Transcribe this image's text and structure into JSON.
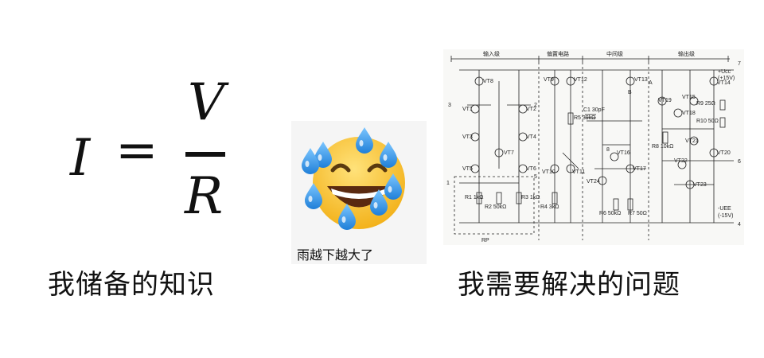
{
  "formula": {
    "i": "I",
    "eq": "=",
    "v": "V",
    "r": "R"
  },
  "captions": {
    "left": "我储备的知识",
    "right": "我需要解决的问题",
    "emoji": "雨越下越大了"
  },
  "emoji": {
    "icon": "sweating-grin-face-icon",
    "face_color": "#f6c234",
    "drop_color": "#2f8fe0"
  },
  "circuit": {
    "sections": [
      "输入级",
      "偏置电路",
      "中间级",
      "输出级"
    ],
    "transistors": [
      "VT1",
      "VT2",
      "VT3",
      "VT4",
      "VT5",
      "VT6",
      "VT7",
      "VT8",
      "VT9",
      "VT10",
      "VT11",
      "VT12",
      "VT13",
      "VT14",
      "VT15",
      "VT16",
      "VT17",
      "VT18",
      "VT19",
      "VT20",
      "VT21",
      "VT22",
      "VT23",
      "VT24"
    ],
    "components": [
      "R1 1kΩ",
      "R2 50kΩ",
      "R3 1kΩ",
      "R4 3kΩ",
      "R5 39kΩ",
      "R6 50kΩ",
      "R7 50Ω",
      "R8 10kΩ",
      "R9 25Ω",
      "R10 50Ω",
      "C1 30pF",
      "RP"
    ],
    "pins": [
      "1",
      "2",
      "3",
      "4",
      "5",
      "6",
      "7",
      "8"
    ],
    "supply_top": "+Ucc",
    "supply_top_value": "(+15V)",
    "supply_bottom": "-UEE",
    "supply_bottom_value": "(-15V)",
    "nodes": [
      "A",
      "B"
    ]
  }
}
